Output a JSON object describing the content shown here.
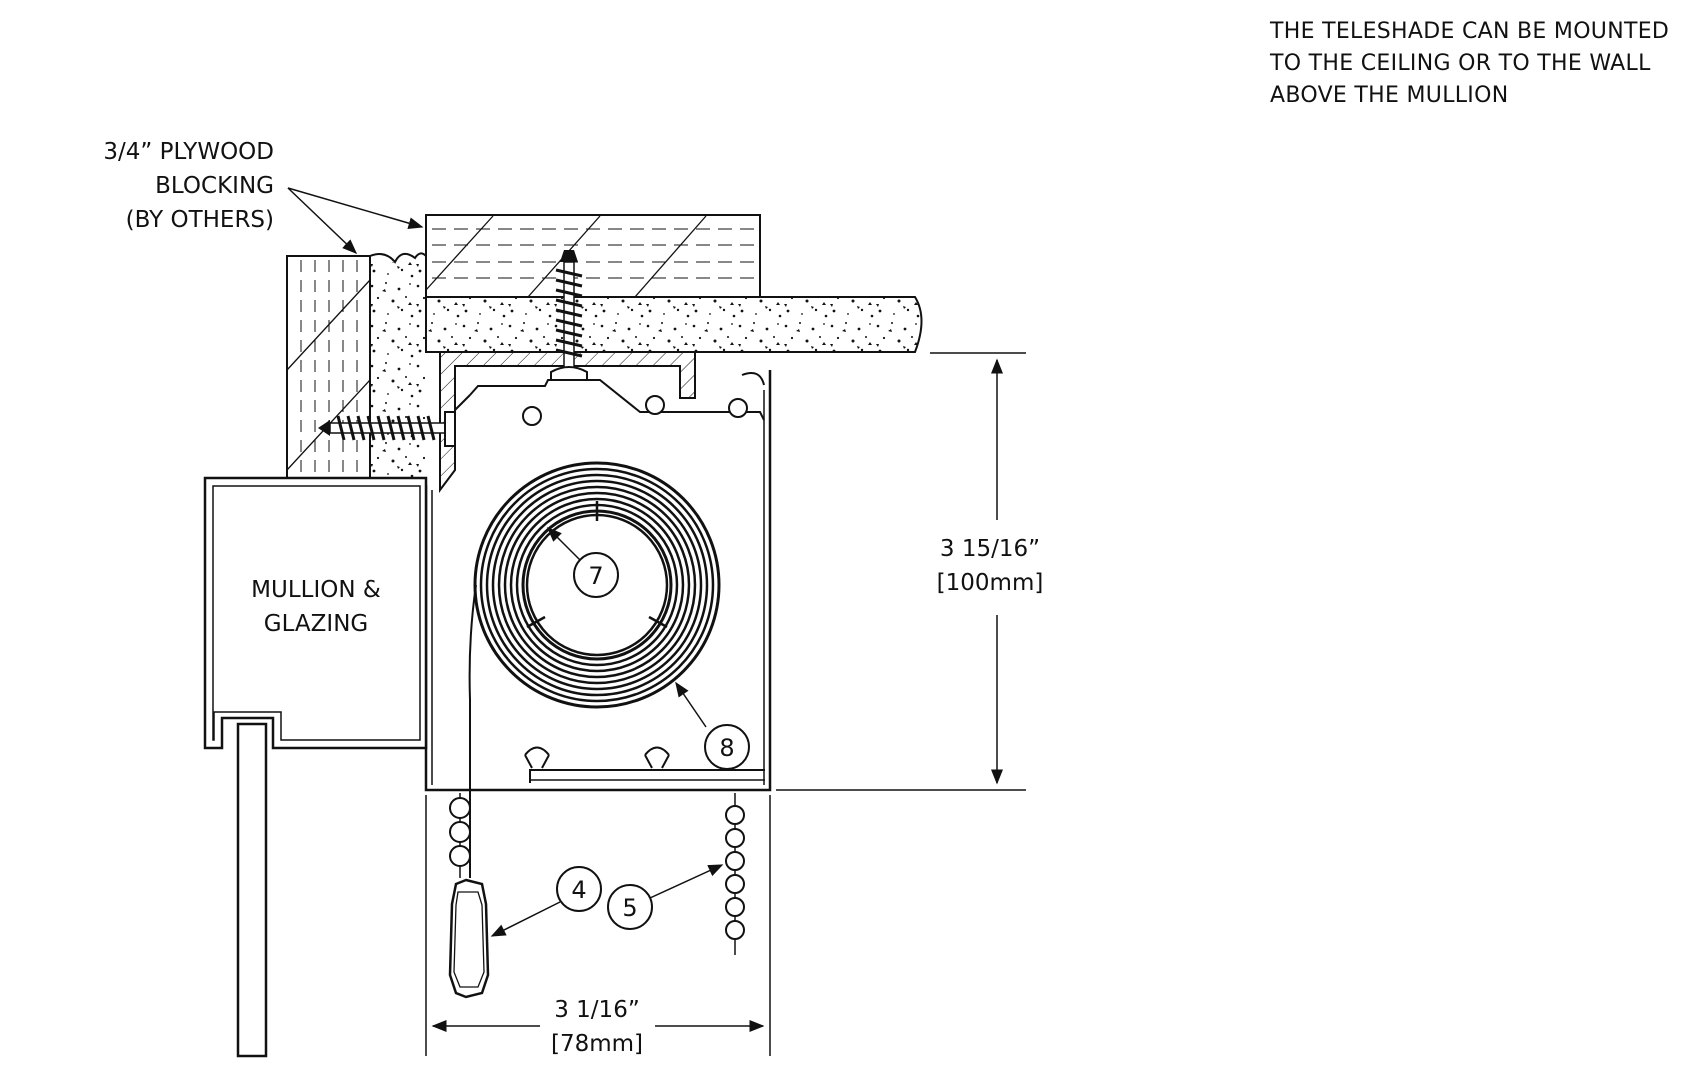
{
  "notes": {
    "mount_line1": "THE TELESHADE CAN BE MOUNTED",
    "mount_line2": "TO THE CEILING OR TO THE WALL",
    "mount_line3": "ABOVE THE MULLION"
  },
  "labels": {
    "plywood_line1": "3/4” PLYWOOD",
    "plywood_line2": "BLOCKING",
    "plywood_line3": "(BY OTHERS)",
    "mullion_line1": "MULLION &",
    "mullion_line2": "GLAZING"
  },
  "dimensions": {
    "height_imperial": "3 15/16”",
    "height_metric": "[100mm]",
    "width_imperial": "3 1/16”",
    "width_metric": "[78mm]"
  },
  "callouts": {
    "tube": "7",
    "fabric_roll": "8",
    "weight": "4",
    "bead_chain": "5"
  },
  "colors": {
    "line": "#111111",
    "background": "#ffffff"
  }
}
